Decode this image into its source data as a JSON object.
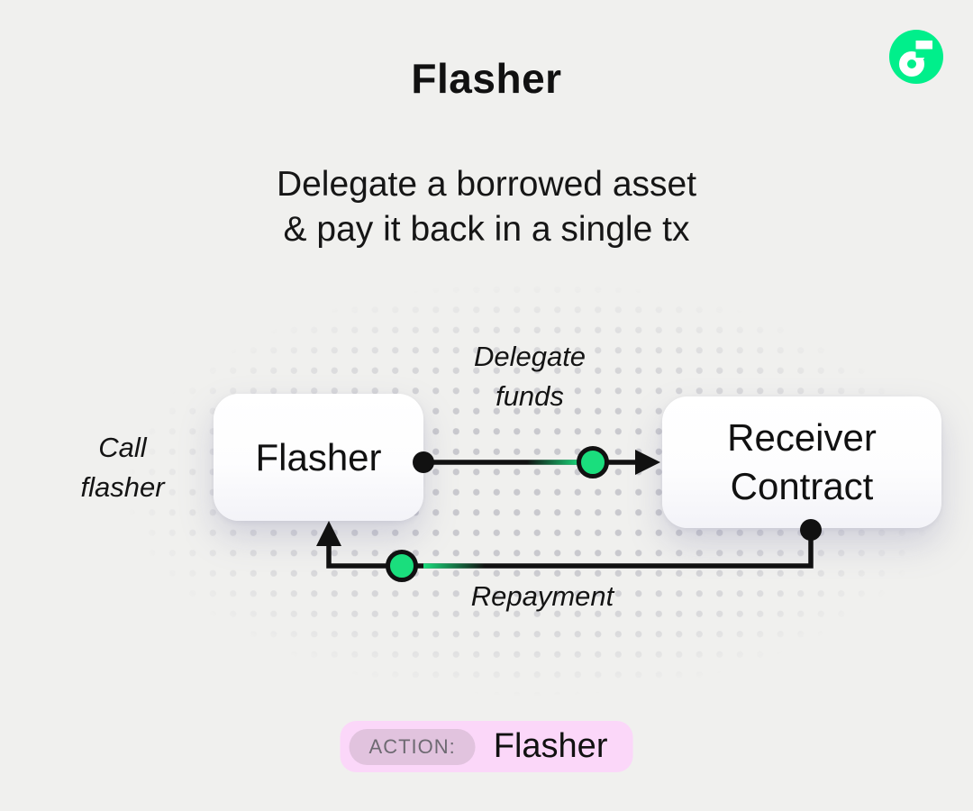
{
  "colors": {
    "page_bg": "#f0f0ee",
    "ink": "#111111",
    "accent_green": "#1ade7d",
    "logo_green": "#00ef8b",
    "dot_gray": "#c9c9ce",
    "action_pill_bg": "#fbd7f9",
    "action_badge_bg": "#e1c3de",
    "action_badge_text": "#6e6a72",
    "box_shadow_tint": "rgba(130,130,170,0.28)"
  },
  "header": {
    "title": "Flasher",
    "subtitle_line1": "Delegate a borrowed asset",
    "subtitle_line2": "& pay it back in a single tx"
  },
  "logo": {
    "name": "flow-logo"
  },
  "diagram": {
    "nodes": {
      "flasher": {
        "label": "Flasher"
      },
      "receiver": {
        "line1": "Receiver",
        "line2": "Contract"
      }
    },
    "edge_labels": {
      "call_line1": "Call",
      "call_line2": "flasher",
      "delegate_line1": "Delegate",
      "delegate_line2": "funds",
      "repayment": "Repayment"
    }
  },
  "action_bar": {
    "badge": "ACTION:",
    "value": "Flasher"
  }
}
